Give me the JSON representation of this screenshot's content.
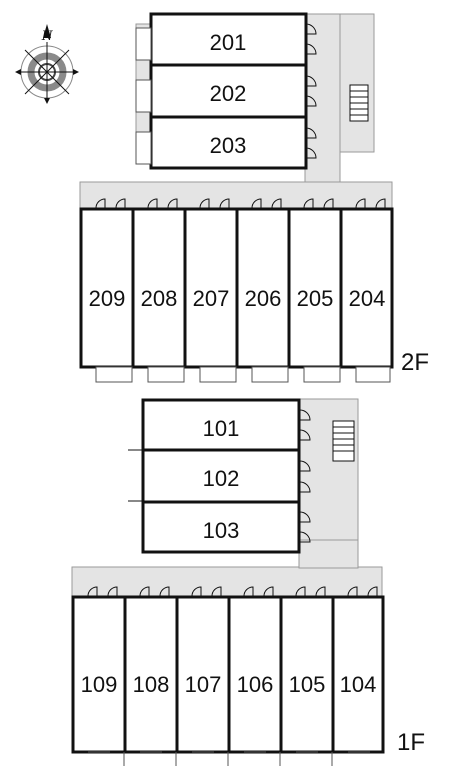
{
  "compass": {
    "letter": "N",
    "icon": "compass-rose-icon"
  },
  "floors": {
    "second": {
      "label": "2F",
      "top_units": [
        "201",
        "202",
        "203"
      ],
      "row_units": [
        "209",
        "208",
        "207",
        "206",
        "205",
        "204"
      ]
    },
    "first": {
      "label": "1F",
      "top_units": [
        "101",
        "102",
        "103"
      ],
      "row_units": [
        "109",
        "108",
        "107",
        "106",
        "105",
        "104"
      ]
    }
  },
  "colors": {
    "corridor": "#e4e4e4",
    "wall": "#111111",
    "room": "#ffffff"
  }
}
